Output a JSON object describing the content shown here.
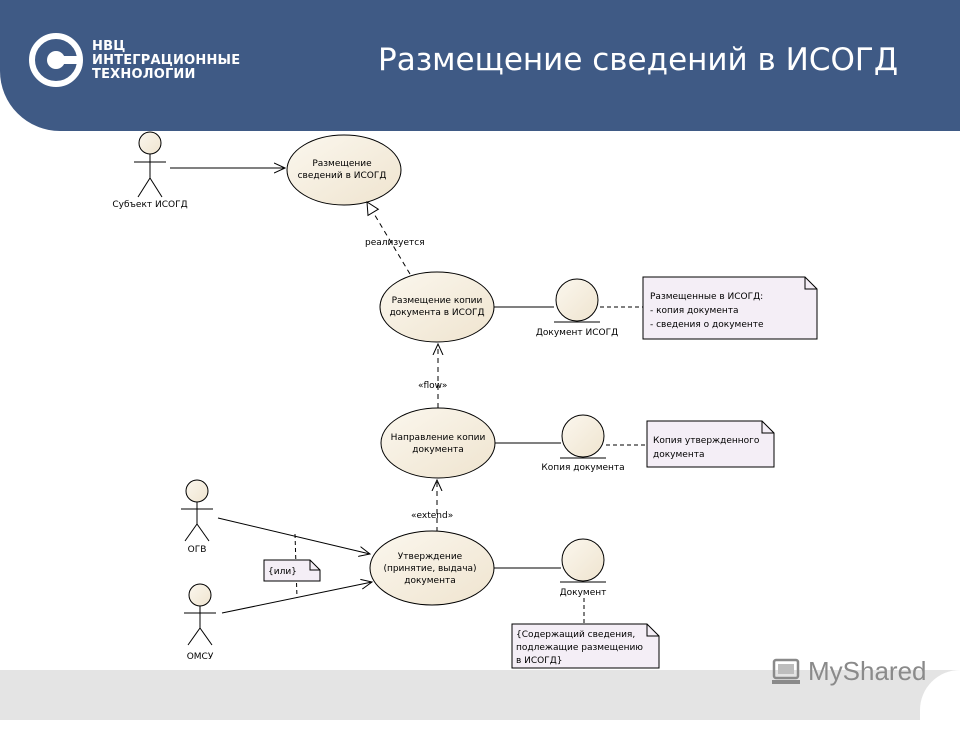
{
  "header": {
    "logo_lines": [
      "НВЦ",
      "ИНТЕГРАЦИОННЫЕ",
      "ТЕХНОЛОГИИ"
    ],
    "title": "Размещение сведений в ИСОГД"
  },
  "actors": {
    "subject": "Субъект ИСОГД",
    "ogv": "ОГВ",
    "omsu": "ОМСУ"
  },
  "usecases": {
    "uc1": [
      "Размещение",
      "сведений в ИСОГД"
    ],
    "uc2": [
      "Размещение копии",
      "документа в ИСОГД"
    ],
    "uc3": [
      "Направление копии",
      "документа"
    ],
    "uc4": [
      "Утверждение",
      "(принятие, выдача)",
      "документа"
    ]
  },
  "entities": {
    "e1": "Документ ИСОГД",
    "e2": "Копия документа",
    "e3": "Документ"
  },
  "relations": {
    "realizes": "реализуется",
    "flow": "«flow»",
    "extend": "«extend»"
  },
  "notes": {
    "n1": [
      "Размещенные в ИСОГД:",
      "- копия документа",
      "- сведения о документе"
    ],
    "n2": [
      "Копия утвержденного",
      "документа"
    ],
    "n3": [
      "{Содержащий сведения,",
      "подлежащие размещению",
      "в ИСОГД}"
    ],
    "or": "{или}"
  },
  "footer": {
    "brand": "MyShared"
  }
}
